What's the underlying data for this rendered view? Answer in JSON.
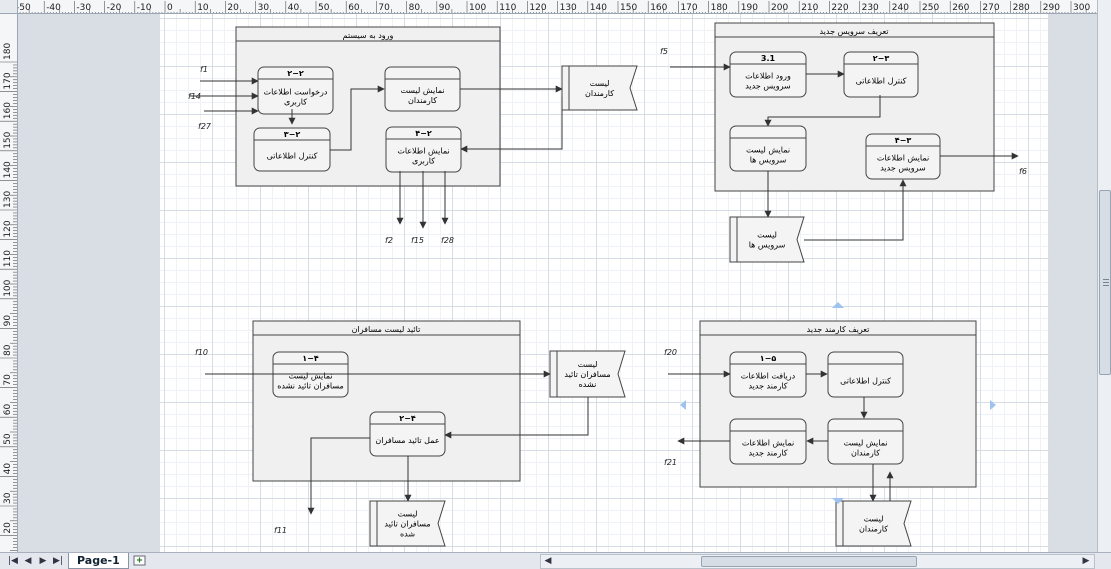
{
  "ruler": {
    "top_labels": [
      "-50",
      "-40",
      "-30",
      "-20",
      "-10",
      "0",
      "10",
      "20",
      "30",
      "40",
      "50",
      "60",
      "70",
      "80",
      "90",
      "100",
      "110",
      "120",
      "130",
      "140",
      "150",
      "160",
      "170",
      "180",
      "190",
      "200",
      "210",
      "220",
      "230",
      "240",
      "250",
      "260",
      "270",
      "280",
      "290",
      "300"
    ],
    "left_labels": [
      "180",
      "170",
      "160",
      "150",
      "140",
      "130",
      "120",
      "110",
      "100",
      "90",
      "80",
      "70",
      "60",
      "50",
      "40",
      "30",
      "20"
    ]
  },
  "page_tabs": {
    "page1": "Page-1"
  },
  "colors": {
    "box_fill": "#f0f0f0",
    "stroke": "#333333",
    "selection": "#9fc3ee"
  },
  "diagram": {
    "groups": [
      {
        "id": "login",
        "title": "ورود به سیستم"
      },
      {
        "id": "service",
        "title": "تعریف سرویس جدید"
      },
      {
        "id": "approve",
        "title": "تائید لیست مسافران"
      },
      {
        "id": "staff",
        "title": "تعریف کارمند جدید"
      }
    ],
    "processes": [
      {
        "id": "p_req",
        "num": "۲−۲",
        "lines": [
          "درخواست اطلاعات",
          "کاربری"
        ]
      },
      {
        "id": "p_emp",
        "num": "",
        "lines": [
          "نمایش لیست",
          "کارمندان"
        ]
      },
      {
        "id": "p_chk1",
        "num": "۳−۲",
        "lines": [
          "کنترل اطلاعاتی"
        ]
      },
      {
        "id": "p_show1",
        "num": "۴−۲",
        "lines": [
          "نمایش اطلاعات",
          "کاربری"
        ]
      },
      {
        "id": "p_svcin",
        "num": "3.1",
        "lines": [
          "ورود اطلاعات",
          "سرویس جدید"
        ]
      },
      {
        "id": "p_svcchk",
        "num": "۲−۳",
        "lines": [
          "کنترل اطلاعاتی"
        ]
      },
      {
        "id": "p_svclst",
        "num": "",
        "lines": [
          "نمایش لیست",
          "سرویس ها"
        ]
      },
      {
        "id": "p_svcshw",
        "num": "۴−۳",
        "lines": [
          "نمایش اطلاعات",
          "سرویس جدید"
        ]
      },
      {
        "id": "p_aplst",
        "num": "۱−۴",
        "lines": [
          "نمایش لیست",
          "مسافران تائید نشده"
        ]
      },
      {
        "id": "p_apdo",
        "num": "۲−۴",
        "lines": [
          "عمل تائید مسافران"
        ]
      },
      {
        "id": "p_stin",
        "num": "۱−۵",
        "lines": [
          "دریافت اطلاعات",
          "کارمند جدید"
        ]
      },
      {
        "id": "p_stchk",
        "num": "",
        "lines": [
          "کنترل اطلاعاتی"
        ]
      },
      {
        "id": "p_stlst",
        "num": "",
        "lines": [
          "نمایش لیست",
          "کارمندان"
        ]
      },
      {
        "id": "p_stshw",
        "num": "",
        "lines": [
          "نمایش اطلاعات",
          "کارمند جدید"
        ]
      }
    ],
    "stores": [
      {
        "id": "s_emp1",
        "lines": [
          "لیست",
          "کارمندان"
        ]
      },
      {
        "id": "s_svc",
        "lines": [
          "لیست",
          "سرویس ها"
        ]
      },
      {
        "id": "s_unap",
        "lines": [
          "لیست",
          "مسافران تائید",
          "نشده"
        ]
      },
      {
        "id": "s_ap",
        "lines": [
          "لیست",
          "مسافران تائید",
          "شده"
        ]
      },
      {
        "id": "s_emp2",
        "lines": [
          "لیست",
          "کارمندان"
        ]
      }
    ],
    "flows": {
      "f1": "f1",
      "f14": "f14",
      "f27": "f27",
      "f2": "f2",
      "f15": "f15",
      "f28": "f28",
      "f5": "f5",
      "f6": "f6",
      "f10": "f10",
      "f11": "f11",
      "f20": "f20",
      "f21": "f21"
    }
  }
}
